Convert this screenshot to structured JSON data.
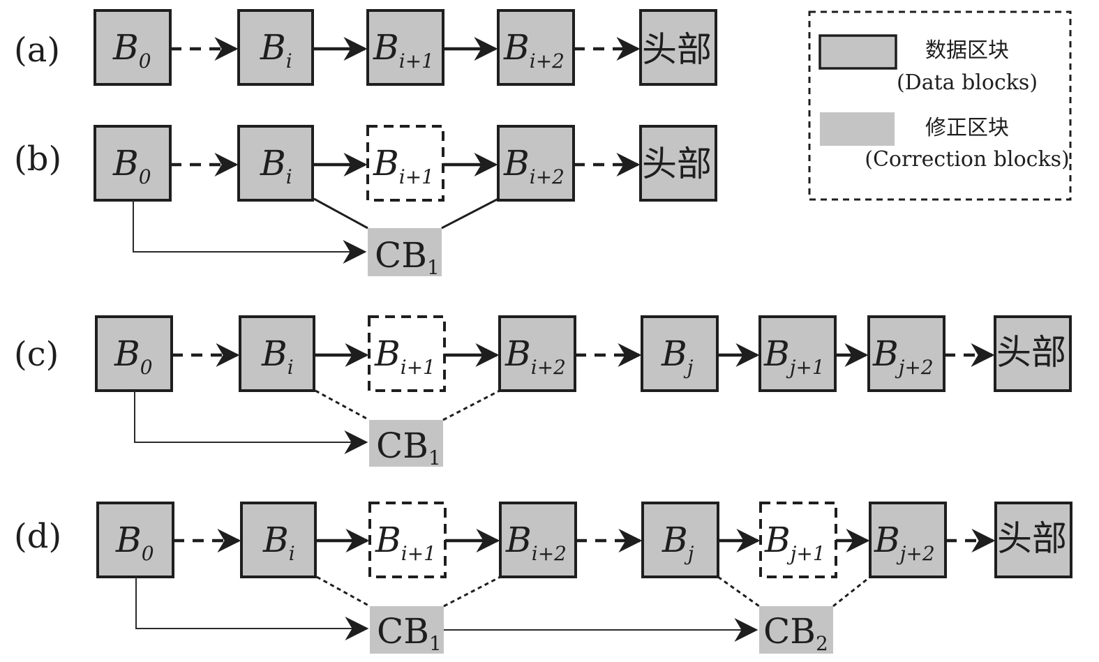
{
  "rows": [
    {
      "label": "(a)"
    },
    {
      "label": "(b)"
    },
    {
      "label": "(c)"
    },
    {
      "label": "(d)"
    }
  ],
  "blocks": {
    "b0": "B",
    "b0_sub": "0",
    "bi": "B",
    "bi_sub": "i",
    "bi1": "B",
    "bi1_sub": "i+1",
    "bi2": "B",
    "bi2_sub": "i+2",
    "bj": "B",
    "bj_sub": "j",
    "bj1": "B",
    "bj1_sub": "j+1",
    "bj2": "B",
    "bj2_sub": "j+2",
    "head": "头部",
    "cb": "CB",
    "cb1_sub": "1",
    "cb2_sub": "2"
  },
  "legend": {
    "data_zh": "数据区块",
    "data_en": "(Data blocks)",
    "corr_zh": "修正区块",
    "corr_en": "(Correction blocks)"
  },
  "colors": {
    "block_fill": "#c4c4c4",
    "stroke": "#1e1e1e"
  }
}
